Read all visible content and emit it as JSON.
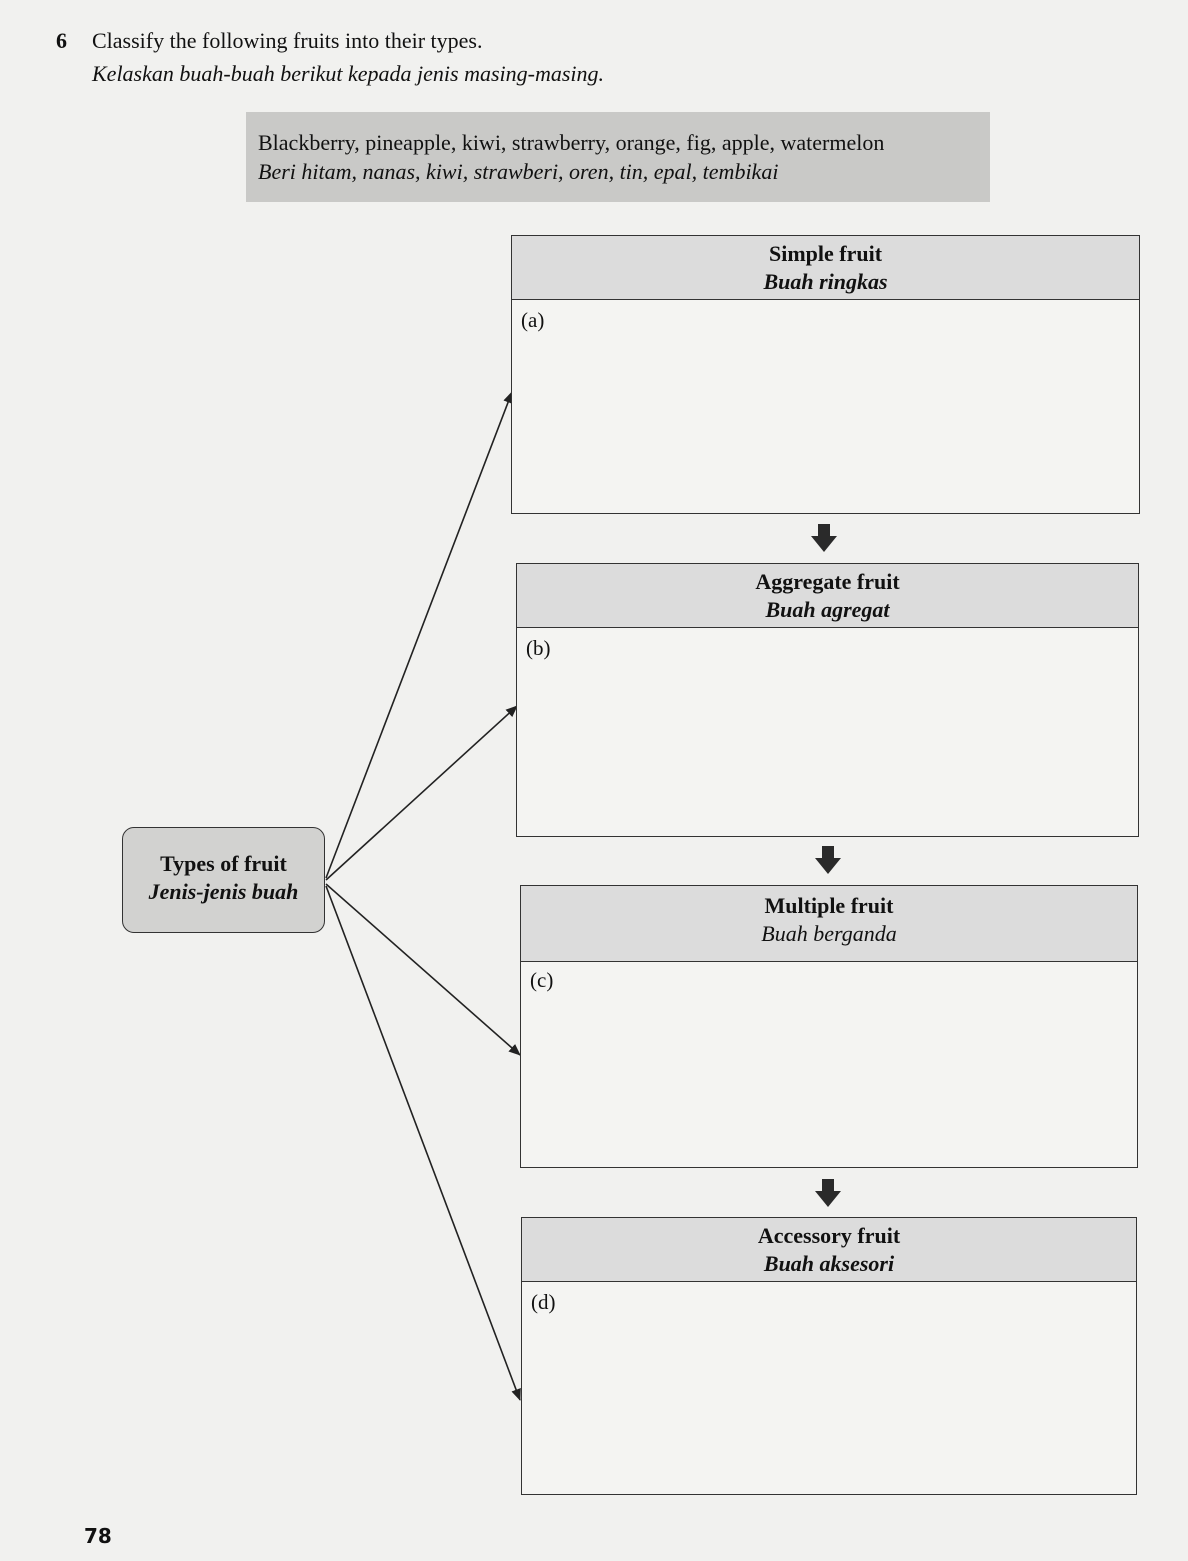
{
  "question": {
    "number": "6",
    "text_en": "Classify the following fruits into their types.",
    "text_ms": "Kelaskan buah-buah berikut kepada jenis masing-masing."
  },
  "fruit_list": {
    "en": "Blackberry, pineapple, kiwi, strawberry, orange, fig, apple, watermelon",
    "ms": "Beri hitam, nanas, kiwi, strawberi, oren, tin, epal, tembikai"
  },
  "root": {
    "en": "Types of fruit",
    "ms": "Jenis-jenis buah"
  },
  "categories": [
    {
      "label": "(a)",
      "title_en": "Simple fruit",
      "title_ms": "Buah ringkas"
    },
    {
      "label": "(b)",
      "title_en": "Aggregate fruit",
      "title_ms": "Buah agregat"
    },
    {
      "label": "(c)",
      "title_en": "Multiple fruit",
      "title_ms": "Buah berganda"
    },
    {
      "label": "(d)",
      "title_en": "Accessory fruit",
      "title_ms": "Buah aksesori"
    }
  ],
  "page_number": "78"
}
